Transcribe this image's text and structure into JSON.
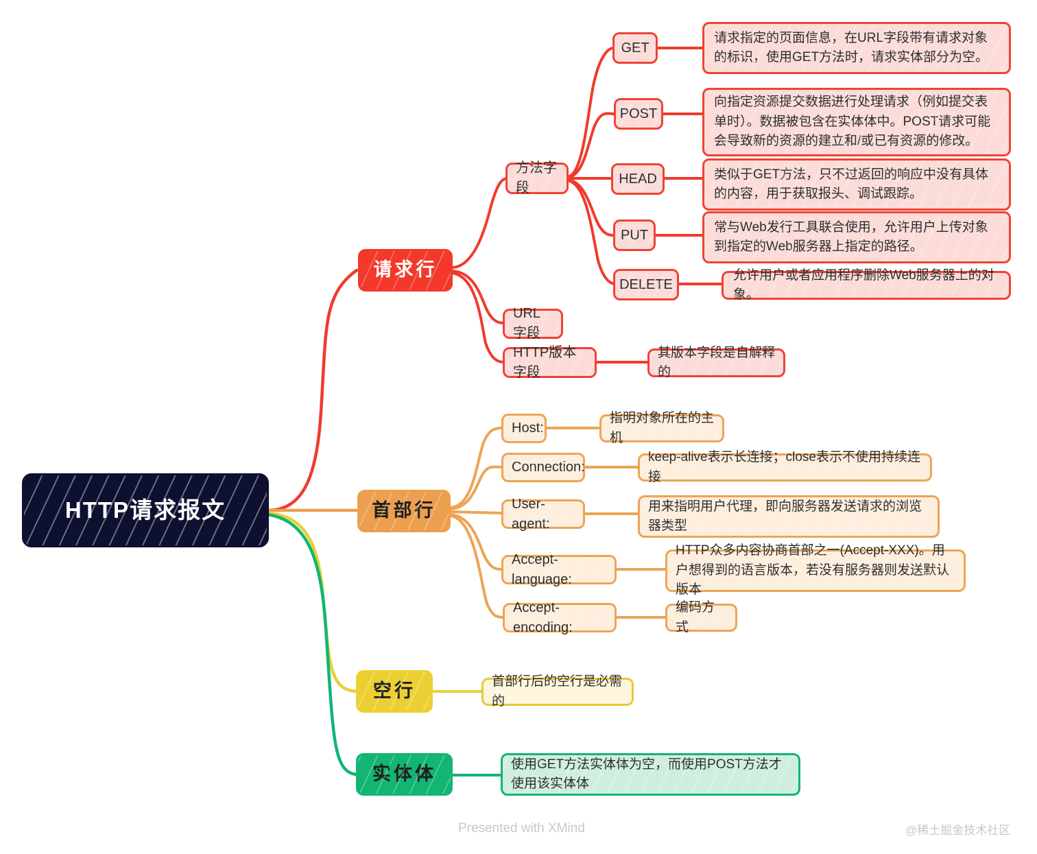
{
  "diagram": {
    "title": "HTTP请求报文",
    "type": "mindmap",
    "tool": "XMind"
  },
  "root": {
    "label": "HTTP请求报文"
  },
  "branches": [
    {
      "id": "request-line",
      "label": "请求行",
      "color": "#f2392b",
      "children": [
        {
          "id": "method-field",
          "label": "方法字段",
          "children": [
            {
              "id": "get",
              "label": "GET",
              "desc": "请求指定的页面信息，在URL字段带有请求对象的标识，使用GET方法时，请求实体部分为空。"
            },
            {
              "id": "post",
              "label": "POST",
              "desc": "向指定资源提交数据进行处理请求（例如提交表单时）。数据被包含在实体体中。POST请求可能会导致新的资源的建立和/或已有资源的修改。"
            },
            {
              "id": "head",
              "label": "HEAD",
              "desc": "类似于GET方法，只不过返回的响应中没有具体的内容，用于获取报头、调试跟踪。"
            },
            {
              "id": "put",
              "label": "PUT",
              "desc": "常与Web发行工具联合使用，允许用户上传对象到指定的Web服务器上指定的路径。"
            },
            {
              "id": "delete",
              "label": "DELETE",
              "desc": "允许用户或者应用程序删除Web服务器上的对象。"
            }
          ]
        },
        {
          "id": "url-field",
          "label": "URL字段",
          "desc": null
        },
        {
          "id": "http-version-field",
          "label": "HTTP版本字段",
          "desc": "其版本字段是自解释的"
        }
      ]
    },
    {
      "id": "header-lines",
      "label": "首部行",
      "color": "#ec9f4f",
      "children": [
        {
          "id": "host",
          "label": "Host:",
          "desc": "指明对象所在的主机"
        },
        {
          "id": "connection",
          "label": "Connection:",
          "desc": "keep-alive表示长连接；close表示不使用持续连接"
        },
        {
          "id": "user-agent",
          "label": "User-agent:",
          "desc": "用来指明用户代理，即向服务器发送请求的浏览器类型"
        },
        {
          "id": "accept-language",
          "label": "Accept-language:",
          "desc": "HTTP众多内容协商首部之一(Accept-XXX)。用户想得到的语言版本，若没有服务器则发送默认版本"
        },
        {
          "id": "accept-encoding",
          "label": "Accept-encoding:",
          "desc": "编码方式"
        }
      ]
    },
    {
      "id": "blank-line",
      "label": "空行",
      "color": "#ecd033",
      "children": [
        {
          "id": "blank-line-desc",
          "label": "首部行后的空行是必需的"
        }
      ]
    },
    {
      "id": "entity-body",
      "label": "实体体",
      "color": "#12b573",
      "children": [
        {
          "id": "entity-body-desc",
          "label": "使用GET方法实体体为空，而使用POST方法才使用该实体体"
        }
      ]
    }
  ],
  "footer": {
    "left": "Presented with XMind",
    "right": "@稀土掘金技术社区"
  },
  "colors": {
    "root_bg": "#0e1030",
    "red": "#f2392b",
    "red_light": "#fbdcd9",
    "red_border": "#ee4335",
    "orange": "#ec9f4f",
    "orange_light": "#fdeede",
    "orange_border": "#eda455",
    "yellow": "#ecd033",
    "yellow_light": "#fdf6dd",
    "green": "#12b573",
    "green_light": "#cfeee0",
    "background": "#ffffff"
  }
}
